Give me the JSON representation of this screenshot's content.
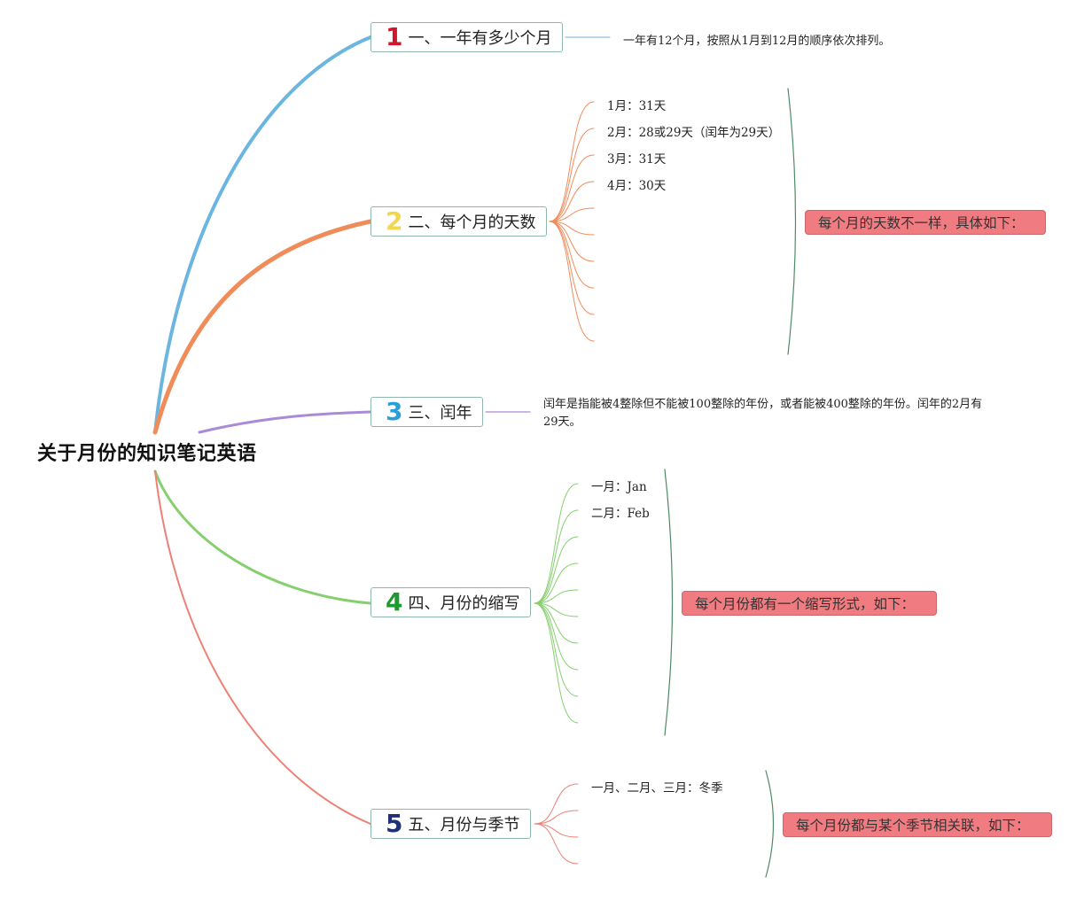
{
  "root": {
    "title": "关于月份的知识笔记英语"
  },
  "topics": [
    {
      "number": "1",
      "label": "一、一年有多少个月",
      "number_color": "#d0162b",
      "branch_color": "#6bb6e0"
    },
    {
      "number": "2",
      "label": "二、每个月的天数",
      "number_color": "#f2d64b",
      "branch_color": "#f08c5a"
    },
    {
      "number": "3",
      "label": "三、闰年",
      "number_color": "#2b9fd8",
      "branch_color": "#a98bd6"
    },
    {
      "number": "4",
      "label": "四、月份的缩写",
      "number_color": "#1f9a2e",
      "branch_color": "#86cf6f"
    },
    {
      "number": "5",
      "label": "五、月份与季节",
      "number_color": "#1f2f7a",
      "branch_color": "#ec8177"
    }
  ],
  "notes": {
    "months_count": "一年有12个月，按照从1月到12月的顺序依次排列。",
    "leap_year": "闰年是指能被4整除但不能被100整除的年份，或者能被400整除的年份。闰年的2月有29天。"
  },
  "days": {
    "callout": "每个月的天数不一样，具体如下：",
    "items": [
      "1月：31天",
      "2月：28或29天（闰年为29天）",
      "3月：31天",
      "4月：30天"
    ]
  },
  "abbrev": {
    "callout": "每个月份都有一个缩写形式，如下：",
    "items": [
      "一月：Jan",
      "二月：Feb"
    ]
  },
  "season": {
    "callout": "每个月份都与某个季节相关联，如下：",
    "items": [
      "一月、二月、三月：冬季"
    ]
  },
  "colors": {
    "topic_border": "#8fb8ad",
    "callout_fill": "#f07b80",
    "bracket": "#4d8a68",
    "days_fan": "#f08c5a",
    "abbrev_fan": "#86cf6f",
    "season_fan": "#ec8177"
  }
}
